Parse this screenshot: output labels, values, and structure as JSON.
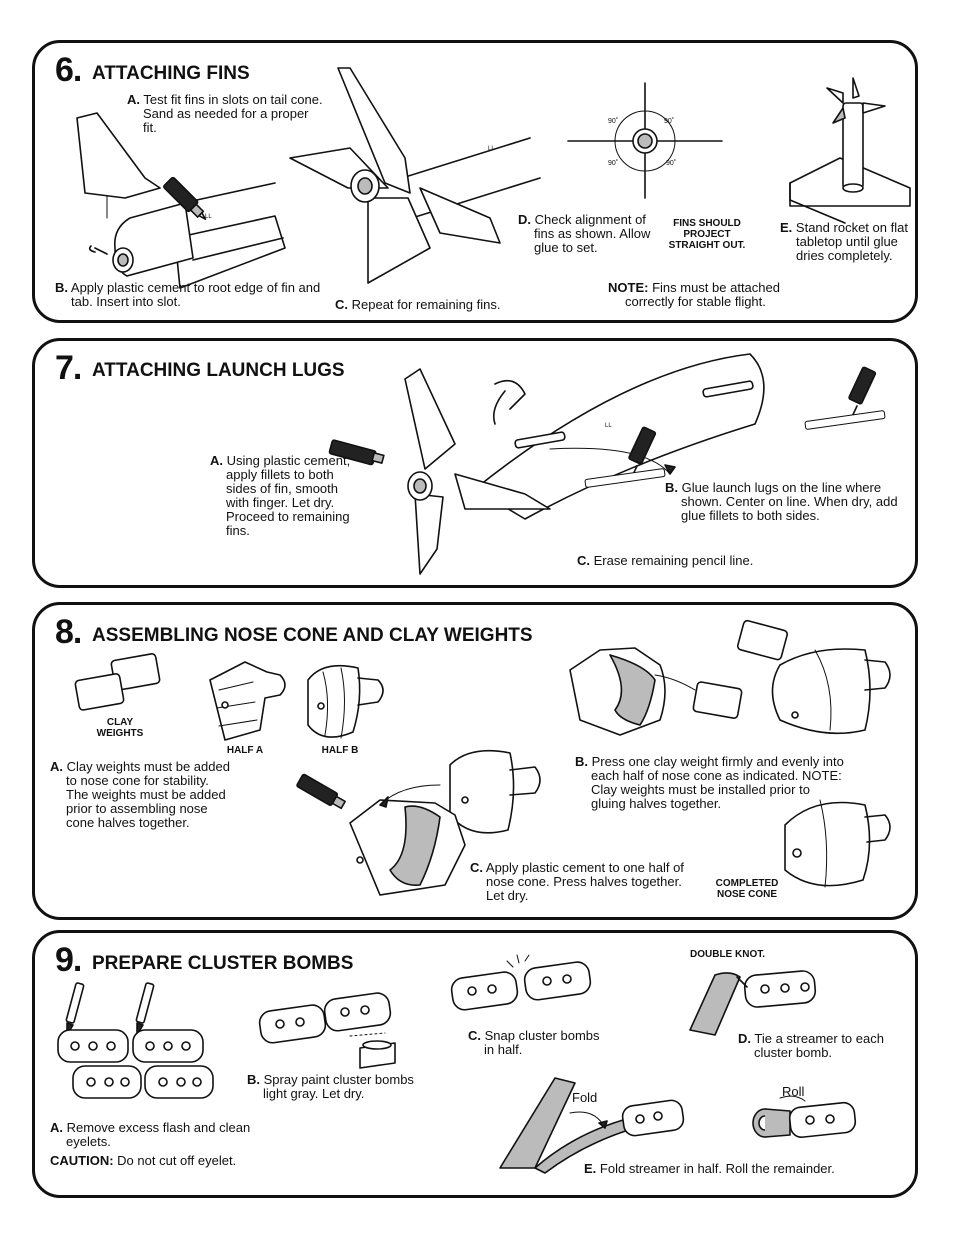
{
  "step6": {
    "number": "6.",
    "title": "ATTACHING FINS",
    "a_letter": "A.",
    "a_text": "Test fit fins in slots on tail cone. Sand as needed for a proper fit.",
    "b_letter": "B.",
    "b_text": "Apply plastic cement to root edge of fin and tab. Insert into slot.",
    "c_letter": "C.",
    "c_text": "Repeat for remaining fins.",
    "d_letter": "D.",
    "d_text": "Check alignment of fins as shown. Allow glue to set.",
    "angle_label": "90˚",
    "fins_label": "FINS SHOULD PROJECT STRAIGHT OUT.",
    "e_letter": "E.",
    "e_text": "Stand rocket on flat tabletop until glue dries completely.",
    "note_label": "NOTE:",
    "note_text": "Fins must be attached correctly for stable flight.",
    "line_mark": "LL"
  },
  "step7": {
    "number": "7.",
    "title": "ATTACHING LAUNCH LUGS",
    "a_letter": "A.",
    "a_text": "Using plastic cement, apply fillets to both sides of fin, smooth with finger. Let dry. Proceed to remaining fins.",
    "b_letter": "B.",
    "b_text": "Glue launch lugs on the line where shown. Center on line. When dry, add glue fillets to both sides.",
    "c_letter": "C.",
    "c_text": "Erase remaining pencil line.",
    "line_mark": "LL"
  },
  "step8": {
    "number": "8.",
    "title": "ASSEMBLING NOSE CONE AND CLAY WEIGHTS",
    "clay_label": "CLAY WEIGHTS",
    "half_a": "HALF A",
    "half_b": "HALF B",
    "a_letter": "A.",
    "a_text": "Clay weights must be added to nose cone for stability. The weights must be added prior to assembling nose cone halves together.",
    "b_letter": "B.",
    "b_text": "Press one clay weight firmly and evenly into each half of nose cone as indicated. NOTE: Clay weights must be installed prior to gluing halves together.",
    "c_letter": "C.",
    "c_text": "Apply plastic cement to one half of nose cone. Press halves together. Let dry.",
    "completed_label": "COMPLETED NOSE CONE"
  },
  "step9": {
    "number": "9.",
    "title": "PREPARE CLUSTER BOMBS",
    "a_letter": "A.",
    "a_text": "Remove excess flash and clean eyelets.",
    "caution_label": "CAUTION:",
    "caution_text": "Do not cut off eyelet.",
    "b_letter": "B.",
    "b_text": "Spray paint cluster bombs light gray. Let dry.",
    "c_letter": "C.",
    "c_text": "Snap cluster bombs in half.",
    "double_knot": "DOUBLE KNOT.",
    "d_letter": "D.",
    "d_text": "Tie a streamer to each cluster bomb.",
    "fold_label": "Fold",
    "roll_label": "Roll",
    "e_letter": "E.",
    "e_text": "Fold streamer in half. Roll the remainder."
  },
  "colors": {
    "ink": "#111111",
    "background": "#ffffff",
    "shade": "#bbbbbb"
  },
  "icons": [
    "glue-tube-icon",
    "hobby-knife-icon",
    "spray-can-icon",
    "clay-weight-icon"
  ]
}
